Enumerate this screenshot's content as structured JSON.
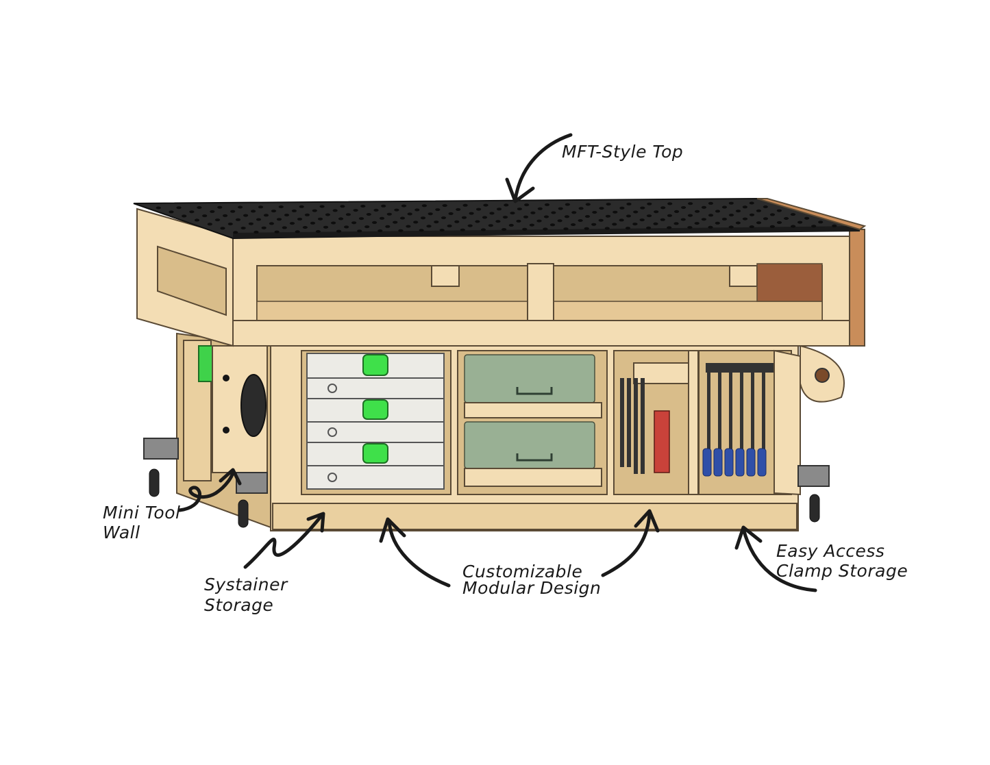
{
  "labels": {
    "mft_top": "MFT-Style Top",
    "mini_tool_wall_1": "Mini Tool",
    "mini_tool_wall_2": "Wall",
    "systainer_1": "Systainer",
    "systainer_2": "Storage",
    "modular_1": "Customizable",
    "modular_2": "Modular Design",
    "clamp_1": "Easy Access",
    "clamp_2": "Clamp Storage"
  },
  "colors": {
    "wood": "#f3ddb4",
    "mft_top": "#2b2b2b",
    "systainer_latch": "#3fe04a",
    "clamp_handle": "#2f4fa8",
    "ink": "#1a1a1a"
  }
}
